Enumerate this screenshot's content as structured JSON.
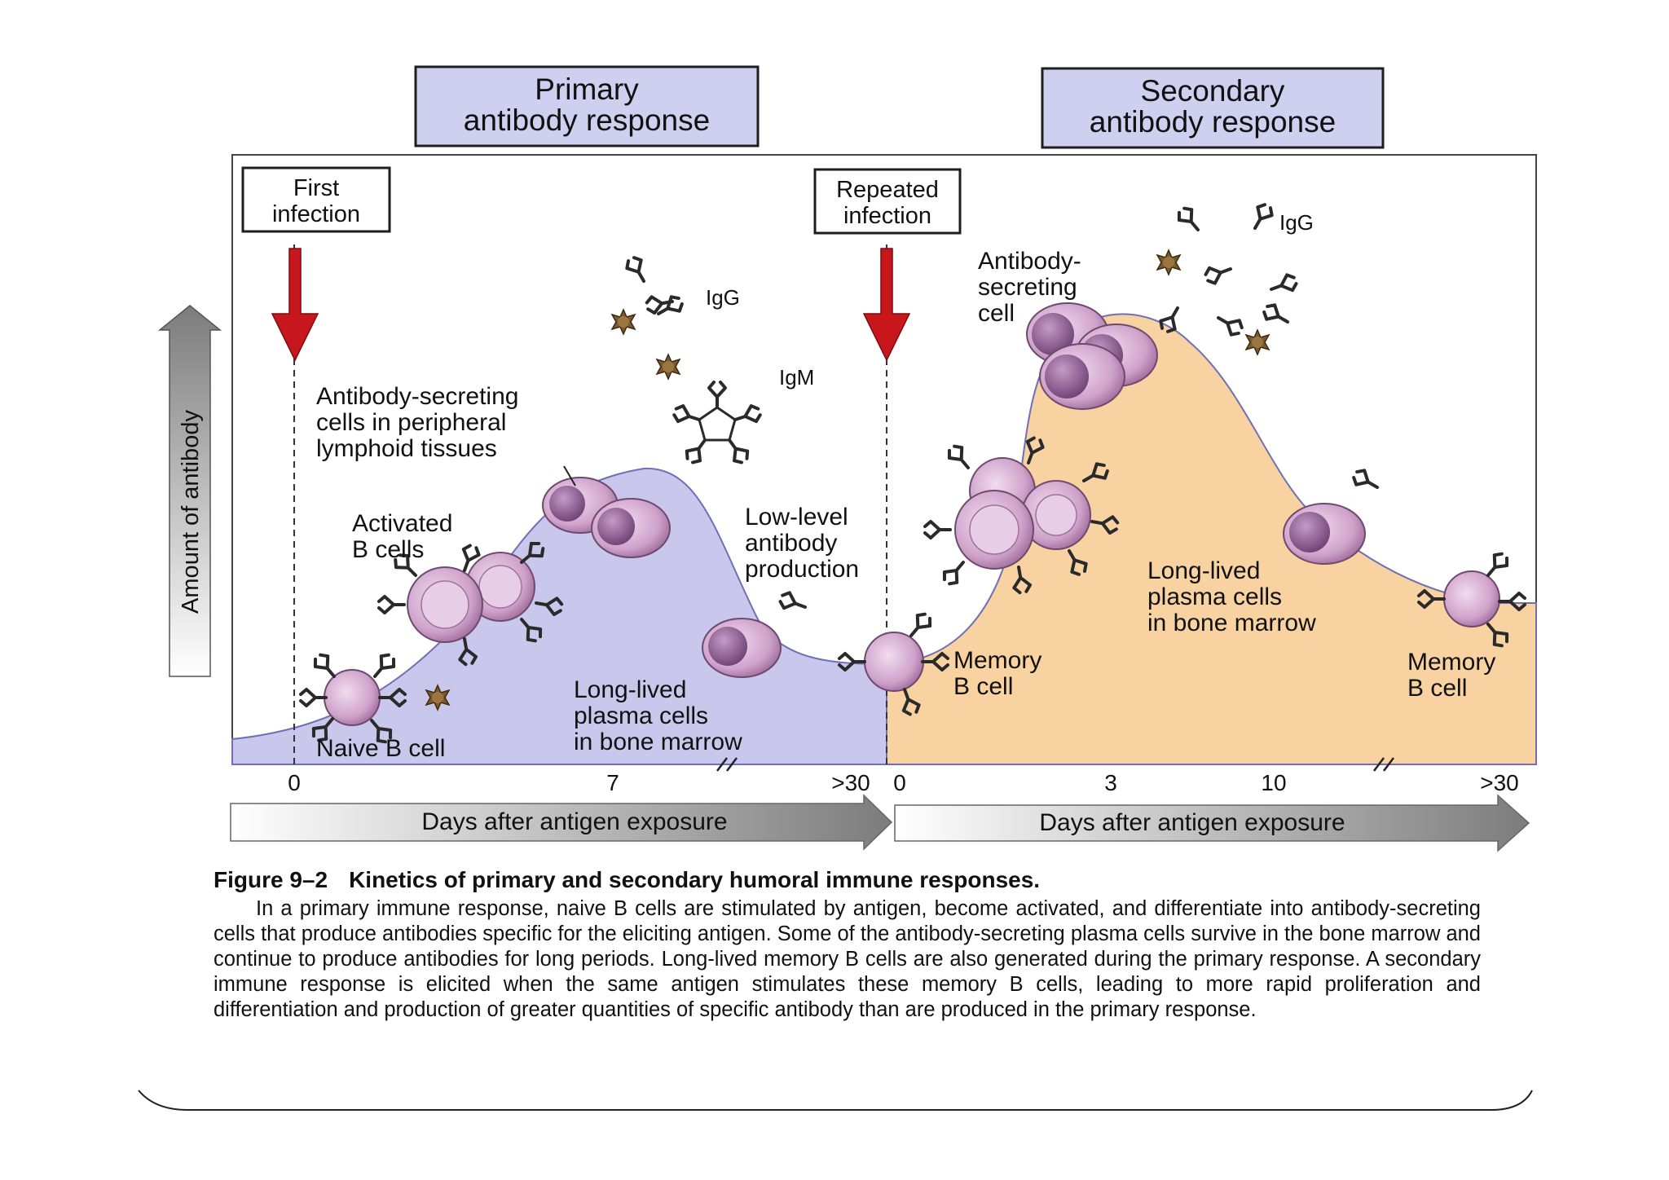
{
  "headers": {
    "primary": [
      "Primary",
      "antibody response"
    ],
    "secondary": [
      "Secondary",
      "antibody response"
    ]
  },
  "events": {
    "first_infection": [
      "First",
      "infection"
    ],
    "repeated_infection": [
      "Repeated",
      "infection"
    ]
  },
  "axis": {
    "y_label": "Amount of antibody",
    "x_label_primary": "Days after antigen exposure",
    "x_label_secondary": "Days after antigen exposure",
    "primary_ticks": [
      "0",
      "7",
      ">30"
    ],
    "secondary_ticks": [
      "0",
      "3",
      "10",
      ">30"
    ]
  },
  "labels": {
    "primary_asc": [
      "Antibody-secreting",
      "cells in peripheral",
      "lymphoid tissues"
    ],
    "activated": [
      "Activated",
      "B cells"
    ],
    "naive": "Naive B cell",
    "low_level": [
      "Low-level",
      "antibody",
      "production"
    ],
    "llpc_primary": [
      "Long-lived",
      "plasma cells",
      "in bone marrow"
    ],
    "igg_primary": "IgG",
    "igm": "IgM",
    "secondary_asc": [
      "Antibody-",
      "secreting",
      "cell"
    ],
    "igg_secondary": "IgG",
    "memory_mid": [
      "Memory",
      "B cell"
    ],
    "llpc_secondary": [
      "Long-lived",
      "plasma cells",
      "in bone marrow"
    ],
    "memory_right": [
      "Memory",
      "B cell"
    ]
  },
  "caption": {
    "figure_number": "Figure 9–2",
    "title": "Kinetics of primary and secondary humoral immune responses.",
    "body": "In a primary immune response, naive B cells are stimulated by antigen, become activated, and differentiate into antibody-secreting cells that produce antibodies specific for the eliciting antigen. Some of the antibody-secreting plasma cells survive in the bone marrow and continue to produce antibodies for long periods. Long-lived memory B cells are also generated during the primary response. A secondary immune response is elicited when the same antigen stimulates these memory B cells, leading to more rapid proliferation and differentiation and production of greater quantities of specific antibody than are produced in the primary response."
  },
  "colors": {
    "primary_fill": "#c9c8ec",
    "secondary_fill": "#f8d2a0",
    "header_fill": "#cfd0f0",
    "arrow_red": "#c8161d",
    "cell_fill": "#d4a7cf",
    "cell_nucleus": "#8f5e94",
    "antigen": "#7a5a2c"
  }
}
